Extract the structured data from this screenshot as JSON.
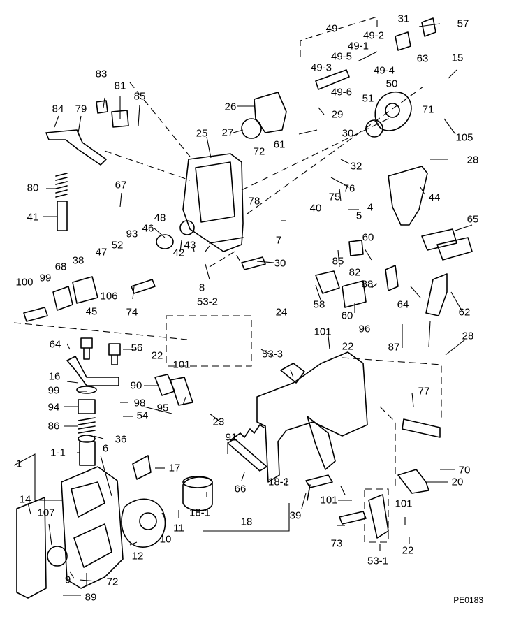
{
  "diagram_code": "PE0183",
  "labels": [
    "49",
    "31",
    "57",
    "49-2",
    "49-1",
    "63",
    "49-5",
    "49-3",
    "49-4",
    "15",
    "50",
    "83",
    "81",
    "85",
    "84",
    "79",
    "49-6",
    "26",
    "29",
    "51",
    "71",
    "27",
    "30",
    "105",
    "25",
    "72",
    "61",
    "28",
    "32",
    "80",
    "67",
    "76",
    "75",
    "44",
    "40",
    "5",
    "4",
    "41",
    "48",
    "78",
    "93",
    "46",
    "52",
    "43",
    "42",
    "65",
    "7",
    "60",
    "85",
    "82",
    "47",
    "38",
    "68",
    "99",
    "100",
    "106",
    "45",
    "74",
    "8",
    "30",
    "88",
    "58",
    "64",
    "62",
    "60",
    "53-2",
    "96",
    "87",
    "24",
    "101",
    "28",
    "64",
    "56",
    "53-3",
    "22",
    "22",
    "101",
    "16",
    "99",
    "90",
    "98",
    "95",
    "94",
    "54",
    "86",
    "23",
    "77",
    "36",
    "91",
    "1-1",
    "6",
    "1",
    "17",
    "66",
    "18-2",
    "70",
    "20",
    "14",
    "107",
    "101",
    "10",
    "11",
    "18-1",
    "39",
    "101",
    "18",
    "12",
    "73",
    "22",
    "9",
    "72",
    "89",
    "53-1"
  ]
}
